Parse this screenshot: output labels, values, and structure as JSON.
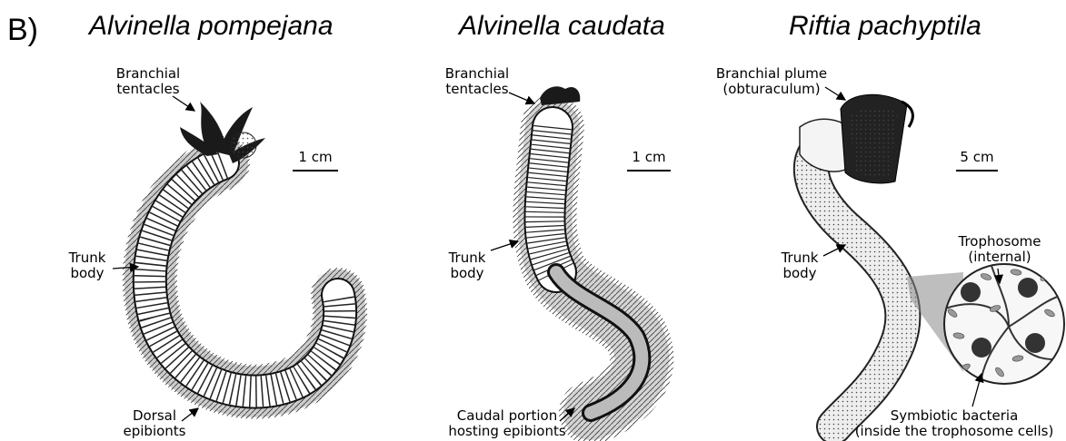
{
  "panel_letter": "B)",
  "panels": [
    {
      "species": "Alvinella pompejana",
      "scale": "1 cm",
      "labels": {
        "top": [
          "Branchial",
          "tentacles"
        ],
        "middle": [
          "Trunk",
          "body"
        ],
        "bottom": [
          "Dorsal",
          "epibionts"
        ]
      }
    },
    {
      "species": "Alvinella caudata",
      "scale": "1 cm",
      "labels": {
        "top": [
          "Branchial",
          "tentacles"
        ],
        "middle": [
          "Trunk",
          "body"
        ],
        "bottom": [
          "Caudal portion",
          "hosting epibionts"
        ]
      }
    },
    {
      "species": "Riftia pachyptila",
      "scale": "5 cm",
      "labels": {
        "top": [
          "Branchial plume",
          "(obturaculum)"
        ],
        "middle": [
          "Trunk",
          "body"
        ],
        "inset": [
          "Trophosome",
          "(internal)"
        ],
        "bottom": [
          "Symbiotic bacteria",
          "(inside the trophosome cells)"
        ]
      }
    }
  ]
}
